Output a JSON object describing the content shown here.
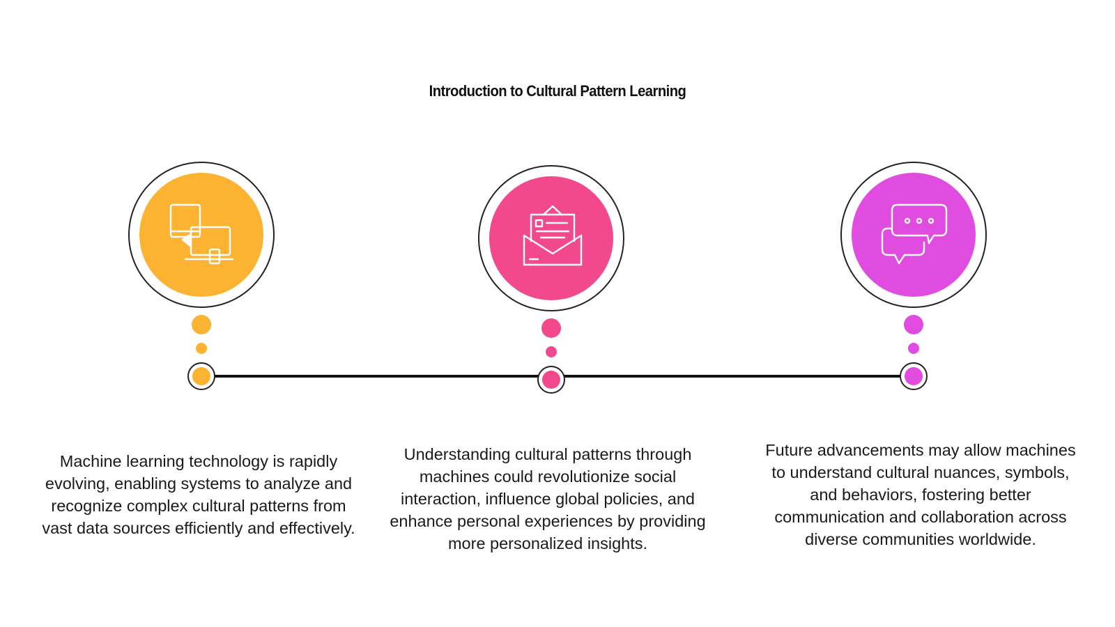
{
  "title": "Introduction to Cultural Pattern Learning",
  "steps": [
    {
      "icon": "devices-icon",
      "color": "#FBB331",
      "text": "Machine learning technology is rapidly evolving, enabling systems to analyze and recognize complex cultural patterns from vast data sources efficiently and effectively."
    },
    {
      "icon": "envelope-letter-icon",
      "color": "#F2498E",
      "text": "Understanding cultural patterns through machines could revolutionize social interaction, influence global policies, and enhance personal experiences by providing more personalized insights."
    },
    {
      "icon": "chat-bubbles-icon",
      "color": "#E04BE0",
      "text": "Future advancements may allow machines to understand cultural nuances, symbols, and behaviors, fostering better communication and collaboration across diverse communities worldwide."
    }
  ]
}
